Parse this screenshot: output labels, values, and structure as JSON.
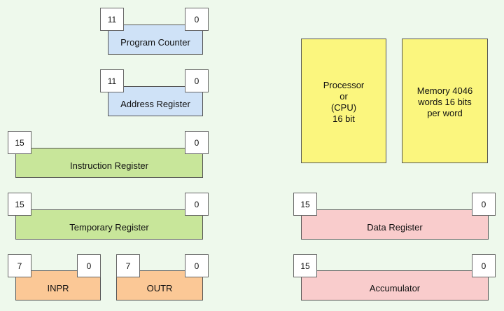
{
  "colors": {
    "background": "#eef9ec",
    "blue_register": "#cfe2f7",
    "green_register": "#c8e69a",
    "red_register": "#f9cccc",
    "orange_register": "#fbc896",
    "yellow_block": "#fbf67e"
  },
  "registers": {
    "program_counter": {
      "label": "Program Counter",
      "high_bit": "11",
      "low_bit": "0"
    },
    "address_register": {
      "label": "Address Register",
      "high_bit": "11",
      "low_bit": "0"
    },
    "instruction_register": {
      "label": "Instruction Register",
      "high_bit": "15",
      "low_bit": "0"
    },
    "temporary_register": {
      "label": "Temporary Register",
      "high_bit": "15",
      "low_bit": "0"
    },
    "inpr": {
      "label": "INPR",
      "high_bit": "7",
      "low_bit": "0"
    },
    "outr": {
      "label": "OUTR",
      "high_bit": "7",
      "low_bit": "0"
    },
    "data_register": {
      "label": "Data Register",
      "high_bit": "15",
      "low_bit": "0"
    },
    "accumulator": {
      "label": "Accumulator",
      "high_bit": "15",
      "low_bit": "0"
    }
  },
  "blocks": {
    "processor": {
      "lines": [
        "Processor",
        "or",
        "(CPU)",
        "16 bit"
      ]
    },
    "memory": {
      "lines": [
        "Memory 4046",
        "words 16 bits",
        "per word"
      ]
    }
  }
}
